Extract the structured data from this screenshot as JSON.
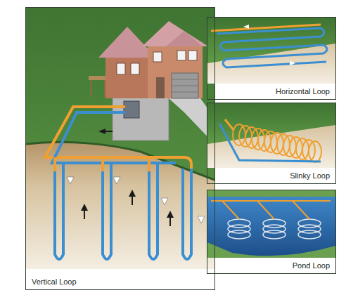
{
  "diagram": {
    "nodes": [
      {
        "text": [
          "Vertical Loop"
        ]
      },
      {
        "text": [
          "Horizontal Loop"
        ]
      },
      {
        "text": [
          "Slinky Loop"
        ]
      },
      {
        "text": [
          "Pond Loop"
        ]
      }
    ]
  }
}
